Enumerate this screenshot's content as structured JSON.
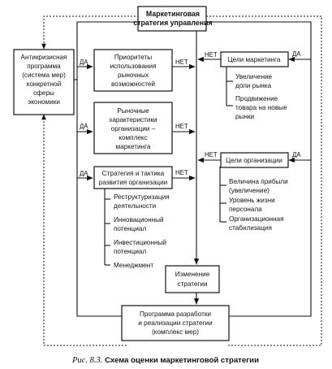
{
  "boxes": {
    "marketing_strategy": [
      "Маркетинговая",
      "стратегия управления"
    ],
    "anticrisis": [
      "Антикризисная",
      "программа",
      "(система мер)",
      "конкретной",
      "сферы",
      "экономики"
    ],
    "priorities": [
      "Приоритеты",
      "использования",
      "рыночных",
      "возможностей"
    ],
    "market_characteristics": [
      "Рыночные",
      "характеристики",
      "организации –",
      "комплекс",
      "маркетинга"
    ],
    "strategy_tactics": [
      "Стратегия и тактика",
      "развития организации"
    ],
    "marketing_goals": [
      "Цели маркетинга"
    ],
    "org_goals": [
      "Цели организации"
    ],
    "strategy_change": [
      "Изменение",
      "стратегии"
    ],
    "program": [
      "Программа разработки",
      "и реализации стратегии",
      "(комплекс мер)"
    ]
  },
  "lists": {
    "marketing_goals": [
      [
        "Увеличение",
        "доли рынка"
      ],
      [
        "Продвижение",
        "товара на новые",
        "рынки"
      ]
    ],
    "org_goals": [
      [
        "Величина прибыли",
        "(увеличение)"
      ],
      [
        "Уровень жизни",
        "персонала"
      ],
      [
        "Организационная",
        "стабилизация"
      ]
    ],
    "strategy_tactics": [
      [
        "Реструктуризация",
        "деятельности"
      ],
      [
        "Инновационный",
        "потенциал"
      ],
      [
        "Инвестиционный",
        "потенциал"
      ],
      [
        "Менеджмент"
      ]
    ]
  },
  "labels": {
    "yes": "ДА",
    "no": "НЕТ"
  },
  "caption": {
    "prefix": "Рис. 8.3.",
    "title": "Схема оценки маркетинговой стратегии"
  }
}
